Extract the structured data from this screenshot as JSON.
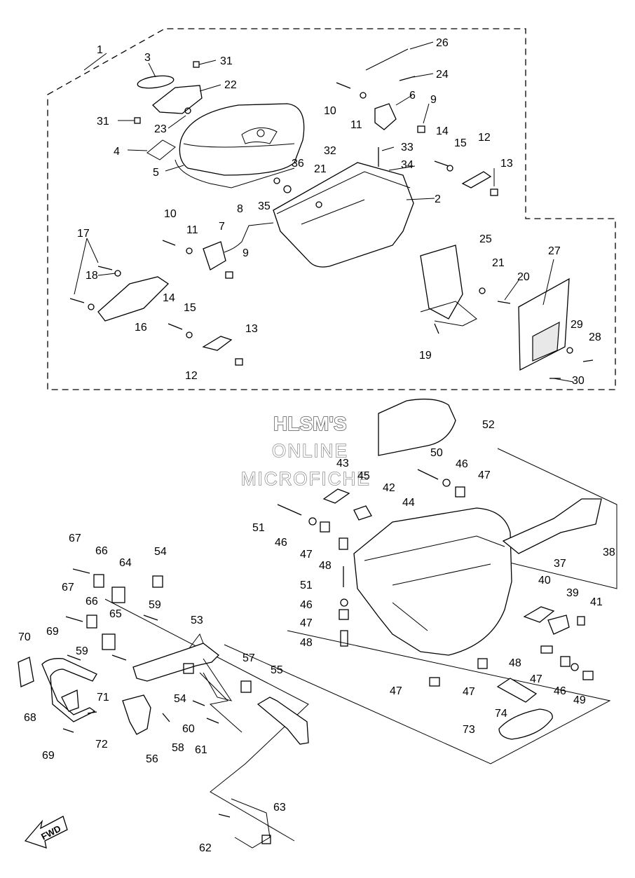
{
  "watermark": {
    "line1": "HLSM'S",
    "line2": "ONLINE",
    "line3": "MICROFICHE"
  },
  "fwd_label": "FWD",
  "callouts": {
    "c1": "1",
    "c2": "2",
    "c3": "3",
    "c4": "4",
    "c5": "5",
    "c6": "6",
    "c7": "7",
    "c8": "8",
    "c9a": "9",
    "c9b": "9",
    "c10a": "10",
    "c10b": "10",
    "c11a": "11",
    "c11b": "11",
    "c12a": "12",
    "c12b": "12",
    "c13a": "13",
    "c13b": "13",
    "c14a": "14",
    "c14b": "14",
    "c15a": "15",
    "c15b": "15",
    "c16": "16",
    "c17": "17",
    "c18": "18",
    "c19": "19",
    "c20": "20",
    "c21a": "21",
    "c21b": "21",
    "c22": "22",
    "c23": "23",
    "c24": "24",
    "c25": "25",
    "c26": "26",
    "c27": "27",
    "c28": "28",
    "c29": "29",
    "c30": "30",
    "c31a": "31",
    "c31b": "31",
    "c32": "32",
    "c33": "33",
    "c34": "34",
    "c35": "35",
    "c36": "36",
    "c37": "37",
    "c38": "38",
    "c39": "39",
    "c40": "40",
    "c41": "41",
    "c42": "42",
    "c43": "43",
    "c44": "44",
    "c45": "45",
    "c46a": "46",
    "c46b": "46",
    "c46c": "46",
    "c46d": "46",
    "c47a": "47",
    "c47b": "47",
    "c47c": "47",
    "c47d": "47",
    "c47e": "47",
    "c47f": "47",
    "c48a": "48",
    "c48b": "48",
    "c48c": "48",
    "c49": "49",
    "c50": "50",
    "c51a": "51",
    "c51b": "51",
    "c52": "52",
    "c53": "53",
    "c54a": "54",
    "c54b": "54",
    "c55": "55",
    "c56": "56",
    "c57": "57",
    "c58": "58",
    "c59a": "59",
    "c59b": "59",
    "c60": "60",
    "c61": "61",
    "c62": "62",
    "c63": "63",
    "c64": "64",
    "c65": "65",
    "c66a": "66",
    "c66b": "66",
    "c67a": "67",
    "c67b": "67",
    "c68": "68",
    "c69a": "69",
    "c69b": "69",
    "c70": "70",
    "c71": "71",
    "c72": "72",
    "c73": "73",
    "c74": "74"
  }
}
